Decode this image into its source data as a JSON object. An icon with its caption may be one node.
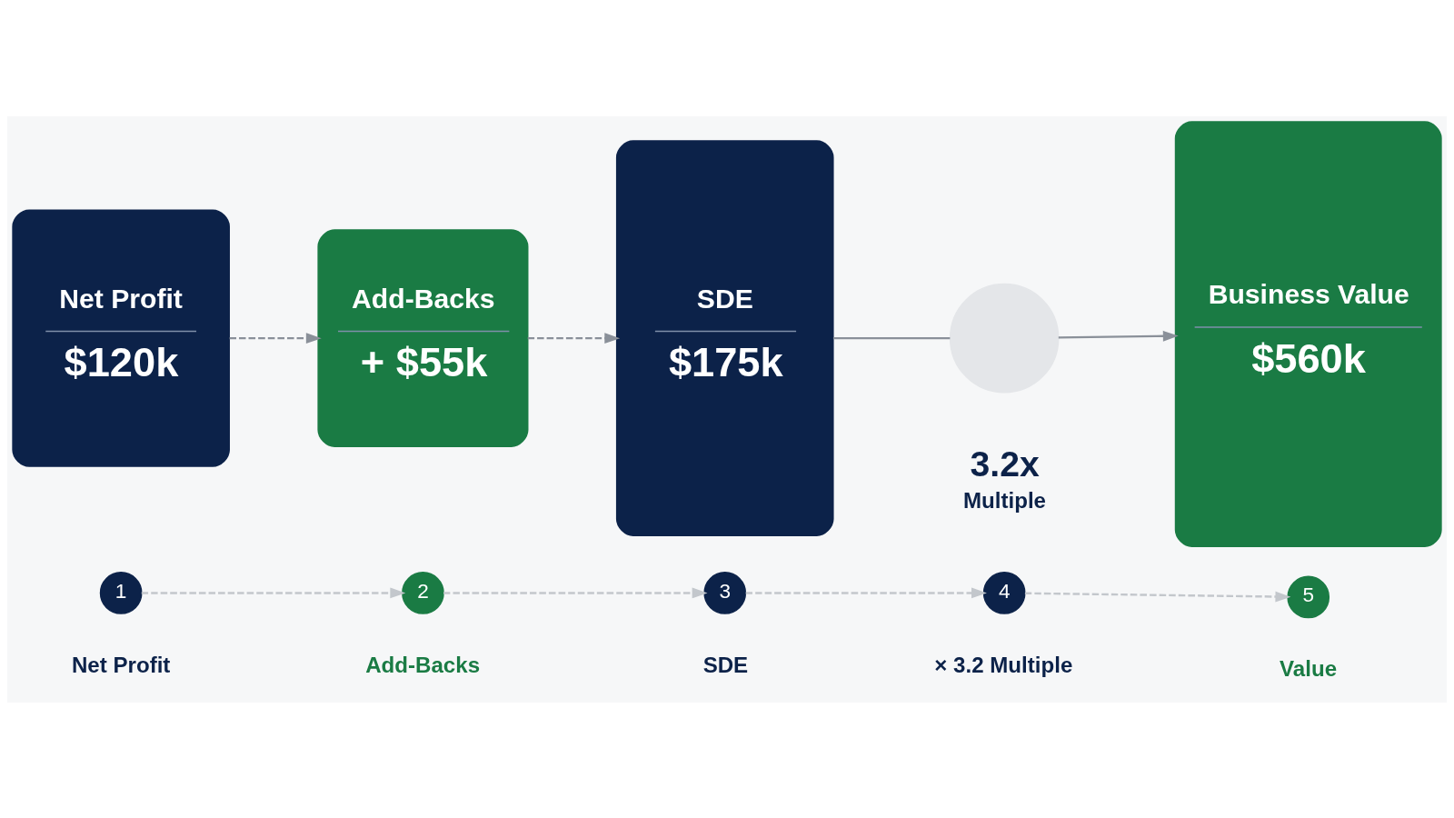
{
  "diagram": {
    "nodes": [
      {
        "text": [
          "Net Profit",
          "$120k"
        ]
      },
      {
        "text": [
          "Add-Backs",
          "+ $55k"
        ]
      },
      {
        "text": [
          "SDE",
          "$175k"
        ]
      },
      {
        "text": [],
        "shape": "circle",
        "beside": [
          "3.2x",
          "Multiple"
        ]
      },
      {
        "text": [
          "Business Value",
          "$560k"
        ]
      },
      {
        "text": [
          "1"
        ],
        "beside": [
          "Net Profit"
        ]
      },
      {
        "text": [
          "2"
        ],
        "beside": [
          "Add-Backs"
        ]
      },
      {
        "text": [
          "3"
        ],
        "beside": [
          "SDE"
        ]
      },
      {
        "text": [
          "4"
        ],
        "beside": [
          "× 3.2 Multiple"
        ]
      },
      {
        "text": [
          "5"
        ],
        "beside": [
          "Value"
        ]
      }
    ],
    "edges": [
      {
        "from": 0,
        "to": 1,
        "arrow": "to",
        "style": "dashed",
        "color": "#8a9099"
      },
      {
        "from": 1,
        "to": 2,
        "arrow": "to",
        "style": "dashed",
        "color": "#8a9099"
      },
      {
        "from": 2,
        "to": 3,
        "arrow": "none",
        "color": "#8a9099"
      },
      {
        "from": 3,
        "to": 4,
        "arrow": "to",
        "color": "#8a9099"
      },
      {
        "from": 5,
        "to": 6,
        "arrow": "to",
        "style": "dashed"
      },
      {
        "from": 6,
        "to": 7,
        "arrow": "to",
        "style": "dashed"
      },
      {
        "from": 7,
        "to": 8,
        "arrow": "to",
        "style": "dashed"
      },
      {
        "from": 8,
        "to": 9,
        "arrow": "to",
        "style": "dashed"
      }
    ]
  }
}
